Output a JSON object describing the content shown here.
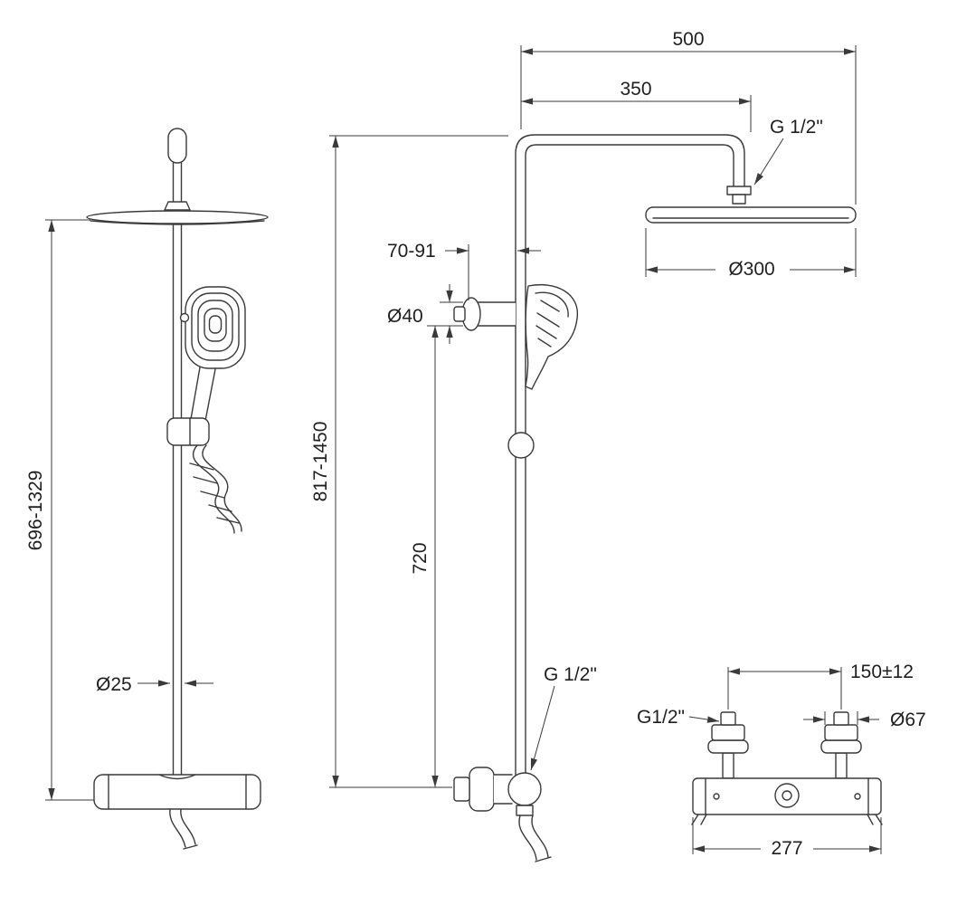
{
  "drawing": {
    "subject": "Shower column technical drawing with thermostatic mixer",
    "views": [
      "front view",
      "side view",
      "mixer front view"
    ]
  },
  "dimensions": {
    "front_overall_height": "696-1329",
    "front_rail_diameter": "Ø25",
    "side_overall_width": "500",
    "side_arm_projection": "350",
    "head_thread": "G 1/2\"",
    "wall_bracket_range": "70-91",
    "wall_bracket_diameter": "Ø40",
    "head_diameter": "Ø300",
    "side_overall_height": "817-1450",
    "rail_height": "720",
    "hose_thread": "G 1/2\"",
    "inlet_centers": "150±12",
    "inlet_thread": "G1/2\"",
    "escutcheon_diameter": "Ø67",
    "mixer_width": "277"
  },
  "colors": {
    "line": "#3a3a3a",
    "text": "#1f1f1f",
    "background": "#ffffff"
  }
}
